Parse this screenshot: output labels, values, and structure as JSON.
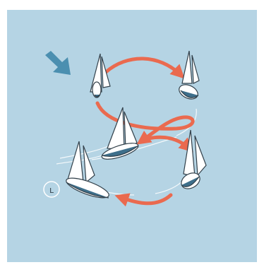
{
  "illustration": {
    "colors": {
      "water": "#b5d4e4",
      "path_arrow": "#ea6a4f",
      "wind_arrow": "#4b8fb0",
      "sail": "#ffffff",
      "outline": "#32404a",
      "hull_bottom": "#3e6f8b",
      "wake": "#ffffff"
    },
    "icons": [
      "wind-direction-arrow",
      "sailboat",
      "course-arrow",
      "buoy-mark"
    ],
    "mark_glyph": "ʟ"
  }
}
